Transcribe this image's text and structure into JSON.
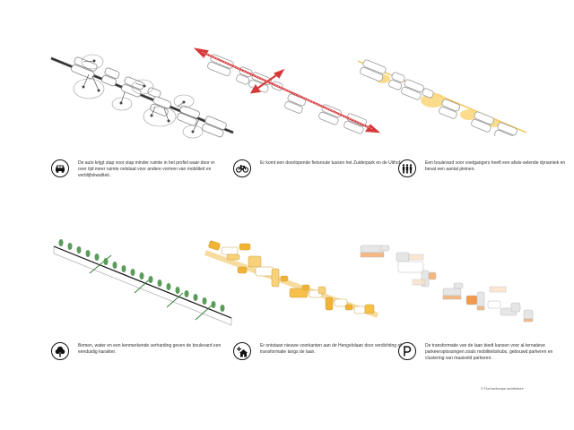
{
  "panels": [
    {
      "id": "car",
      "icon": "car-icon",
      "accent": "#555555",
      "caption": "De auto krijgt stap voor stap minder ruimte in het profiel waar-door er over tijd meer ruimte ontstaat voor andere vormen van mobiliteit en verblijfskwaliteit."
    },
    {
      "id": "bicycle",
      "icon": "bicycle-icon",
      "accent": "#d6383a",
      "caption": "Er komt een doorlopende fietsroute tussen het Zuiderpark en de Uithof."
    },
    {
      "id": "pedestrians",
      "icon": "pedestrians-icon",
      "accent": "#f5c04a",
      "caption": "Een boulevard voor voetgangers heeft een afwis-selende dynamiek en bevat een aantal pleinen."
    },
    {
      "id": "trees",
      "icon": "tree-icon",
      "accent": "#2e7d32",
      "caption": "Bomen, water en een kenmerkende verharding geven de boulevard een eenduidig karakter."
    },
    {
      "id": "housing",
      "icon": "house-plus-icon",
      "accent": "#f2b233",
      "caption": "Er ontstaan nieuwe voorkanten aan de Hengelolaan door verdichting of transformatie langs de laan."
    },
    {
      "id": "parking",
      "icon": "parking-icon",
      "accent": "#f29a4a",
      "caption": "De transformatie van de laan biedt kansen voor al-ternatieve parkeeroplossingen zoals mobiliteitshubs, gebouwd parkeren en clustering van maaiveld parkeren."
    }
  ],
  "credit": "© Flux landscape architecture"
}
